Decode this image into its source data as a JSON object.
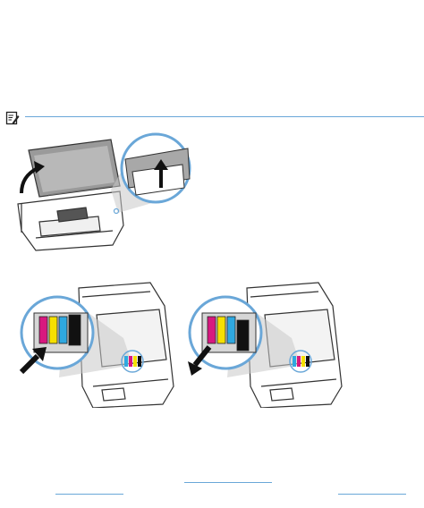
{
  "note": {
    "icon": "note-icon"
  },
  "illustrations": [
    {
      "id": "open-lid",
      "icon": "printer-lid-open-illustration"
    },
    {
      "id": "insert-cartridge",
      "icon": "insert-cartridge-illustration"
    },
    {
      "id": "remove-cartridge",
      "icon": "remove-cartridge-illustration"
    }
  ],
  "colors": {
    "accent": "#6aa7d8",
    "cartridge_cyan": "#2fa8e0",
    "cartridge_magenta": "#d8187f",
    "cartridge_yellow": "#f5e000",
    "cartridge_black": "#111111",
    "arrow": "#111111"
  },
  "footer_links": [
    {
      "id": "left-link"
    },
    {
      "id": "center-link"
    },
    {
      "id": "right-link"
    }
  ]
}
